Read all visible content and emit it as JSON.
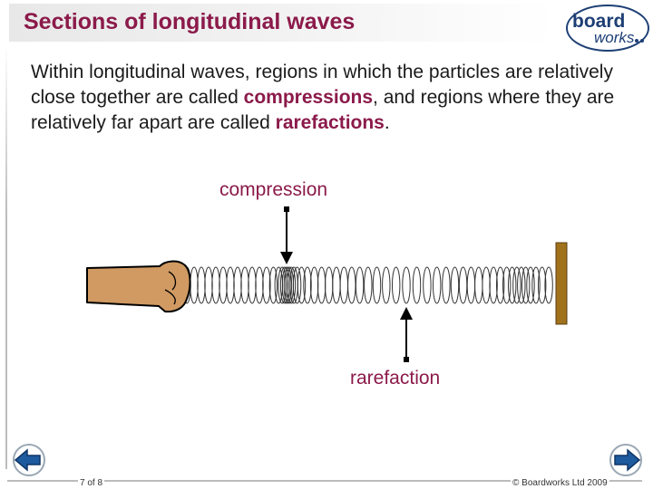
{
  "slide": {
    "title": "Sections of longitudinal waves",
    "intro": {
      "part1": "Within longitudinal waves, regions in which the particles are relatively close together are called ",
      "term1": "compressions",
      "part2": ", and regions where they are relatively far apart are called ",
      "term2": "rarefactions",
      "part3": "."
    },
    "labels": {
      "compression": "compression",
      "rarefaction": "rarefaction"
    }
  },
  "logo": {
    "line1": "board",
    "line2": "works"
  },
  "footer": {
    "page": "7 of 8",
    "copyright": "© Boardworks Ltd 2009"
  },
  "icons": {
    "prev": "back-arrow-icon",
    "next": "forward-arrow-icon"
  },
  "colors": {
    "accent": "#8b1a4a",
    "wall": "#a0721c",
    "hand": "#d09a62",
    "nav": "#1e5a9e"
  }
}
